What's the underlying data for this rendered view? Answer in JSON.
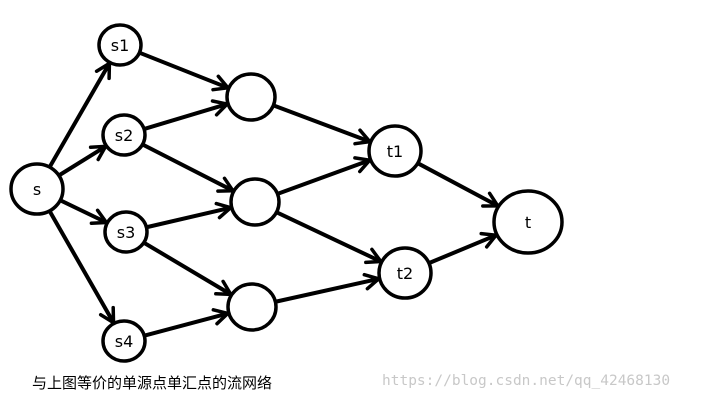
{
  "diagram": {
    "nodes": [
      {
        "id": "s",
        "label": "s"
      },
      {
        "id": "s1",
        "label": "s1"
      },
      {
        "id": "s2",
        "label": "s2"
      },
      {
        "id": "s3",
        "label": "s3"
      },
      {
        "id": "s4",
        "label": "s4"
      },
      {
        "id": "a",
        "label": ""
      },
      {
        "id": "b",
        "label": ""
      },
      {
        "id": "c",
        "label": ""
      },
      {
        "id": "t1",
        "label": "t1"
      },
      {
        "id": "t2",
        "label": "t2"
      },
      {
        "id": "t",
        "label": "t"
      }
    ],
    "edges": [
      {
        "from": "s",
        "to": "s1"
      },
      {
        "from": "s",
        "to": "s2"
      },
      {
        "from": "s",
        "to": "s3"
      },
      {
        "from": "s",
        "to": "s4"
      },
      {
        "from": "s1",
        "to": "a"
      },
      {
        "from": "s2",
        "to": "a"
      },
      {
        "from": "s2",
        "to": "b"
      },
      {
        "from": "s3",
        "to": "b"
      },
      {
        "from": "s3",
        "to": "c"
      },
      {
        "from": "s4",
        "to": "c"
      },
      {
        "from": "a",
        "to": "t1"
      },
      {
        "from": "b",
        "to": "t1"
      },
      {
        "from": "b",
        "to": "t2"
      },
      {
        "from": "c",
        "to": "t2"
      },
      {
        "from": "t1",
        "to": "t"
      },
      {
        "from": "t2",
        "to": "t"
      }
    ]
  },
  "caption": "与上图等价的单源点单汇点的流网络",
  "watermark": "https://blog.csdn.net/qq_42468130",
  "colors": {
    "stroke": "#000000",
    "background": "#ffffff",
    "watermark": "#c8c8c8"
  }
}
